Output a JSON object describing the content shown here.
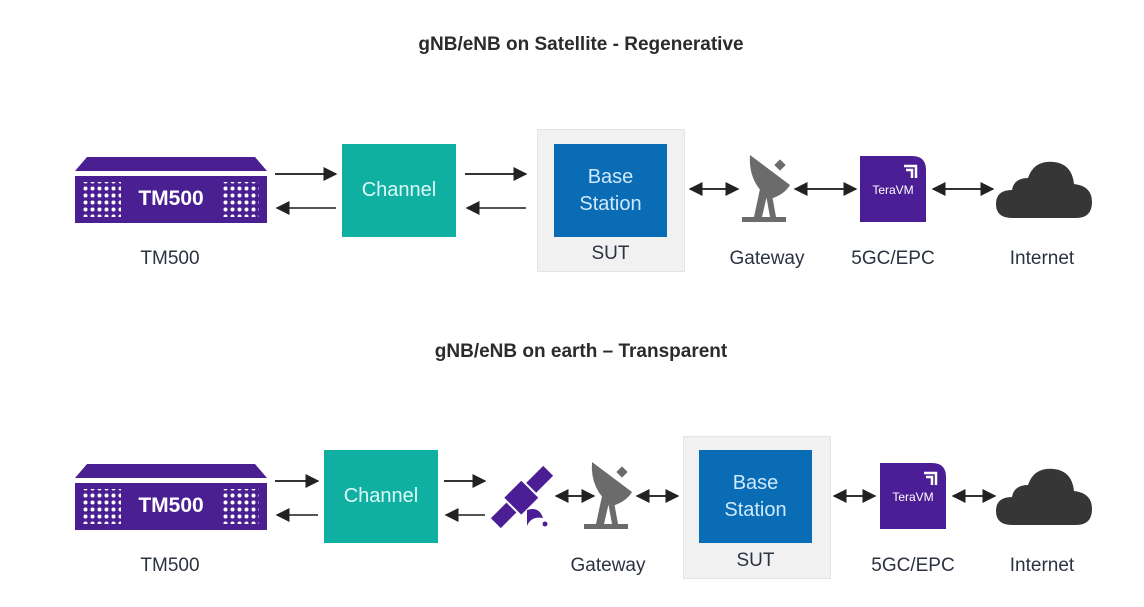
{
  "colors": {
    "tm500_purple": "#4a1f91",
    "channel_teal": "#0fb0a2",
    "base_station_blue": "#0a6cb5",
    "teravm_purple": "#4b1e95",
    "gateway_gray": "#6b6b6b",
    "cloud_dark": "#363636",
    "sut_panel_gray": "#f1f1f1"
  },
  "diagrams": [
    {
      "title": "gNB/eNB on Satellite - Regenerative",
      "tm500": {
        "device_text": "TM500",
        "label": "TM500"
      },
      "channel": {
        "text": "Channel"
      },
      "base_station": {
        "line1": "Base",
        "line2": "Station",
        "label": "SUT"
      },
      "gateway": {
        "label": "Gateway",
        "icon": "satellite-dish-icon"
      },
      "core": {
        "device_text": "TeraVM",
        "label": "5GC/EPC"
      },
      "internet": {
        "label": "Internet",
        "icon": "cloud-icon"
      }
    },
    {
      "title": "gNB/eNB on earth – Transparent",
      "tm500": {
        "device_text": "TM500",
        "label": "TM500"
      },
      "channel": {
        "text": "Channel"
      },
      "satellite": {
        "icon": "satellite-icon"
      },
      "gateway": {
        "label": "Gateway",
        "icon": "satellite-dish-icon"
      },
      "base_station": {
        "line1": "Base",
        "line2": "Station",
        "label": "SUT"
      },
      "core": {
        "device_text": "TeraVM",
        "label": "5GC/EPC"
      },
      "internet": {
        "label": "Internet",
        "icon": "cloud-icon"
      }
    }
  ]
}
